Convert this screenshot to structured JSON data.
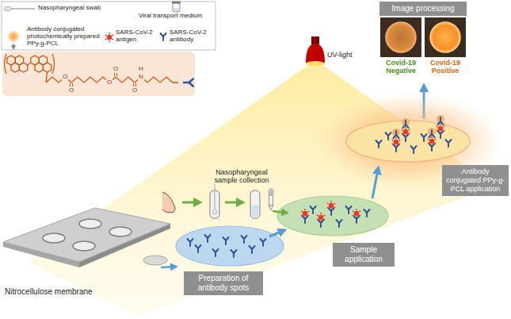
{
  "diagram": {
    "nodes": [
      {
        "text": [
          "Image processing"
        ]
      },
      {
        "text": [
          "Antibody conjugated PPy-g-PCL application"
        ]
      },
      {
        "text": [
          "Sample application"
        ]
      },
      {
        "text": [
          "Preparation of antibody spots"
        ]
      }
    ],
    "labels": [
      "O",
      "O",
      "O",
      "O",
      "O",
      "N",
      "H",
      "UV-light",
      "Covid-19 Negative",
      "Covid-19 Positive",
      "Nasopharyngeal sample collection",
      "Nitrocellulose membrane"
    ],
    "legend": [
      {
        "text": "Nasopharyngeal swab"
      },
      {
        "text": "Viral transport medium"
      },
      {
        "text": "Antibody conjugated photochemically prepared PPy-g-PCL"
      },
      {
        "text": "SARS-CoV-2 antigen"
      },
      {
        "text": "SARS-CoV-2 antibody"
      }
    ]
  }
}
